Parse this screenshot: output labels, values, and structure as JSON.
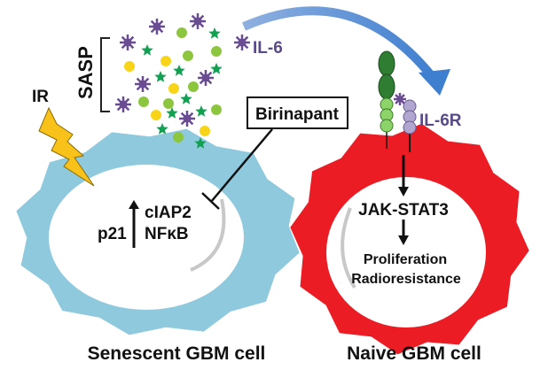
{
  "labels": {
    "sasp": "SASP",
    "ir": "IR",
    "il6": "IL-6",
    "il6r": "IL-6R",
    "birinapant": "Birinapant",
    "p21": "p21",
    "ciap2": "cIAP2",
    "nfkb": "NFκB",
    "jak_stat3": "JAK-STAT3",
    "proliferation": "Proliferation",
    "radioresistance": "Radioresistance",
    "senescent_cell": "Senescent GBM cell",
    "naive_cell": "Naive GBM cell"
  },
  "colors": {
    "senescent_cell": "#8ec9dd",
    "naive_cell": "#ec1c24",
    "il6_purple": "#6a4c93",
    "star_green": "#13a052",
    "dot_lightgreen": "#8cc63f",
    "dot_yellow": "#f7d417",
    "arrow_blue": "#5b8fd0",
    "gp130_green": "#2e7d32",
    "receptor_lilac": "#b0a6cf",
    "lightning": "#f9c21a",
    "text_purple": "#5a4a8a"
  }
}
